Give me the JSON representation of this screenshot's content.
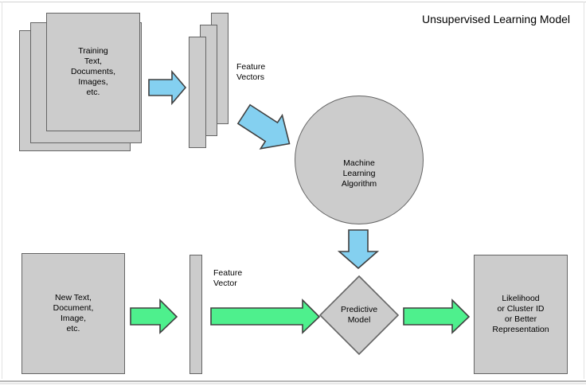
{
  "title": "Unsupervised Learning Model",
  "colors": {
    "node_fill": "#cccccc",
    "node_stroke": "#656565",
    "arrow_blue_fill": "#84d0f0",
    "arrow_green_fill": "#4ef08d",
    "arrow_stroke": "#404040",
    "text": "#000000",
    "page_bg": "#ffffff"
  },
  "nodes": {
    "training_docs": {
      "label": "Training\nText,\nDocuments,\nImages,\netc.",
      "stack_count": 3
    },
    "feature_vectors_top": {
      "caption": "Feature\nVectors",
      "bar_count": 3
    },
    "ml_circle": {
      "label": "Machine\nLearning\nAlgorithm"
    },
    "new_input": {
      "label": "New Text,\nDocument,\nImage,\netc."
    },
    "feature_vector_bottom": {
      "caption": "Feature\nVector",
      "bar_count": 1
    },
    "predictive_model": {
      "label": "Predictive\nModel"
    },
    "output": {
      "label": "Likelihood\nor Cluster ID\nor Better\nRepresentation"
    }
  },
  "arrows": [
    {
      "name": "docs-to-features",
      "color": "blue",
      "direction": "right"
    },
    {
      "name": "features-to-algorithm",
      "color": "blue",
      "direction": "down-right"
    },
    {
      "name": "algorithm-to-model",
      "color": "blue",
      "direction": "down"
    },
    {
      "name": "input-to-vector",
      "color": "green",
      "direction": "right"
    },
    {
      "name": "vector-to-model",
      "color": "green",
      "direction": "right"
    },
    {
      "name": "model-to-output",
      "color": "green",
      "direction": "right"
    }
  ]
}
